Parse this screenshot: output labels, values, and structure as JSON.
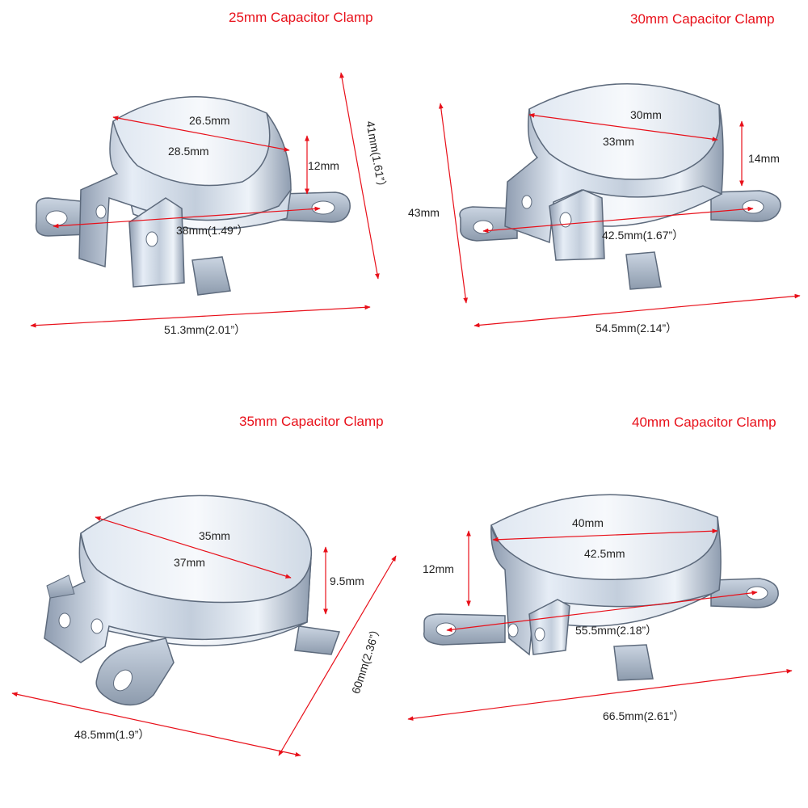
{
  "colors": {
    "measure_line": "#e8101a",
    "metal_light": "#e8eef6",
    "metal_mid": "#b9c6d6",
    "metal_dark": "#7f8ea3",
    "edge": "#5d6a7c"
  },
  "panels": [
    {
      "title": "25mm Capacitor Clamp",
      "inner_diameter": "26.5mm",
      "outer_diameter": "28.5mm",
      "band_height": "12mm",
      "hole_spacing": "38mm(1.49”）",
      "total_height": "41mm(1.61”）",
      "total_length": "51.3mm(2.01”）"
    },
    {
      "title": "30mm Capacitor Clamp",
      "inner_diameter": "30mm",
      "outer_diameter": "33mm",
      "band_height": "14mm",
      "hole_spacing": "42.5mm(1.67”）",
      "total_height": "43mm",
      "total_length": "54.5mm(2.14”）"
    },
    {
      "title": "35mm Capacitor Clamp",
      "inner_diameter": "35mm",
      "outer_diameter": "37mm",
      "band_height": "9.5mm",
      "total_height": "60mm(2.36”）",
      "total_length": "48.5mm(1.9”）"
    },
    {
      "title": "40mm Capacitor Clamp",
      "inner_diameter": "40mm",
      "outer_diameter": "42.5mm",
      "band_height": "12mm",
      "hole_spacing": "55.5mm(2.18”）",
      "total_length": "66.5mm(2.61”）"
    }
  ]
}
